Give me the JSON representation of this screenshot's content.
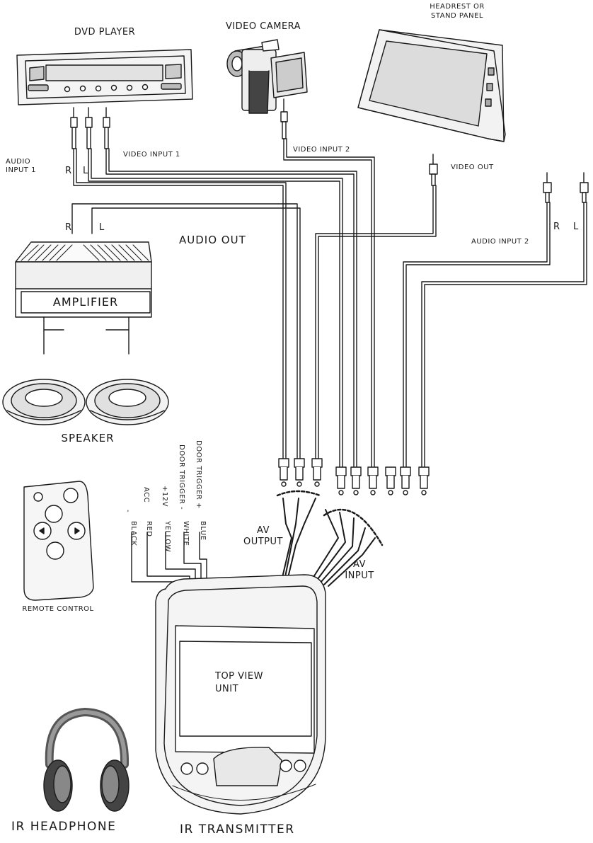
{
  "devices": {
    "dvd_player": "DVD PLAYER",
    "video_camera": "VIDEO CAMERA",
    "headrest_line1": "HEADREST OR",
    "headrest_line2": "STAND PANEL",
    "amplifier": "AMPLIFIER",
    "speaker": "SPEAKER",
    "remote_control": "REMOTE CONTROL",
    "ir_headphone": "IR HEADPHONE",
    "ir_transmitter": "IR TRANSMITTER",
    "top_view_line1": "TOP VIEW",
    "top_view_line2": "UNIT"
  },
  "signals": {
    "audio_input_1_line1": "AUDIO",
    "audio_input_1_line2": "INPUT 1",
    "video_input_1": "VIDEO INPUT 1",
    "video_input_2": "VIDEO INPUT 2",
    "video_out": "VIDEO OUT",
    "audio_out": "AUDIO OUT",
    "audio_input_2": "AUDIO INPUT 2",
    "av_output_line1": "AV",
    "av_output_line2": "OUTPUT",
    "av_input_line1": "AV",
    "av_input_line2": "INPUT",
    "right": "R",
    "left": "L"
  },
  "power_wires": [
    {
      "name": "BLACK",
      "function": "-"
    },
    {
      "name": "RED",
      "function": "ACC"
    },
    {
      "name": "YELLOW",
      "function": "+12V"
    },
    {
      "name": "WHITE",
      "function": "DOOR TRIGGER -"
    },
    {
      "name": "BLUE",
      "function": "DOOR TRIGGER +"
    }
  ]
}
